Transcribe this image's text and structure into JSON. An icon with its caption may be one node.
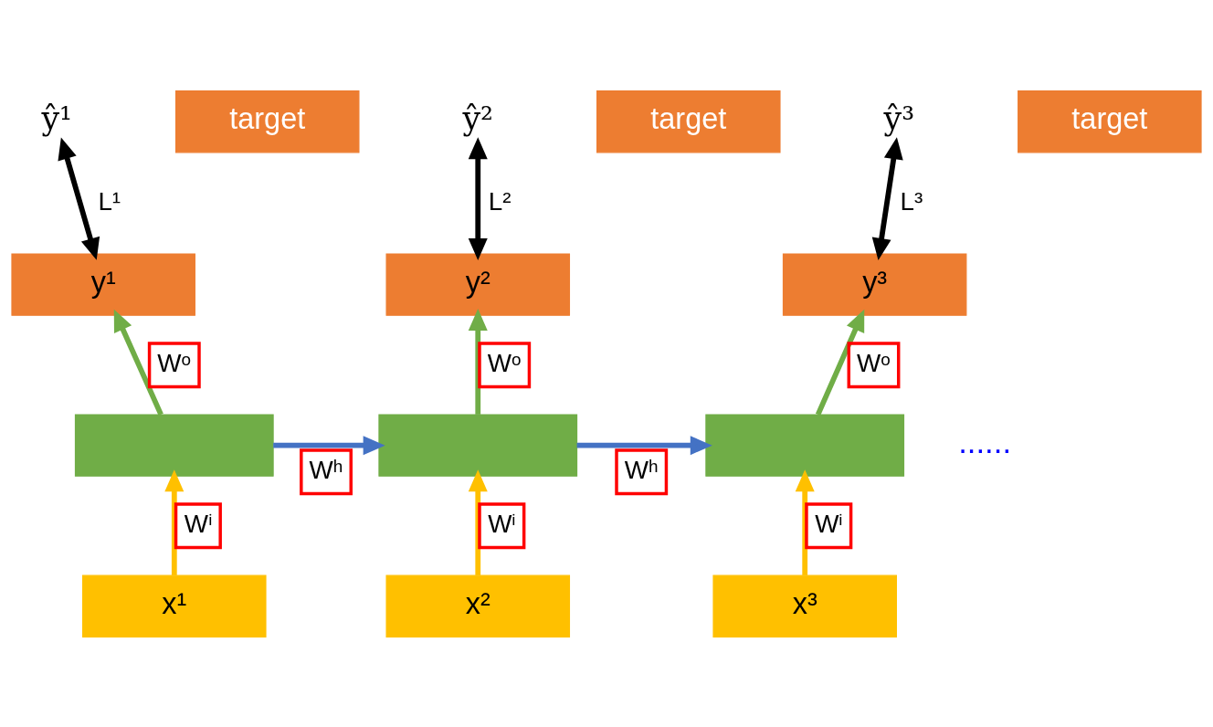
{
  "diagram": {
    "nodes": [
      {
        "text": [
          "ŷ¹"
        ]
      },
      {
        "text": [
          "target"
        ]
      },
      {
        "text": [
          "ŷ²"
        ]
      },
      {
        "text": [
          "target"
        ]
      },
      {
        "text": [
          "ŷ³"
        ]
      },
      {
        "text": [
          "target"
        ]
      },
      {
        "text": [
          "y¹"
        ]
      },
      {
        "text": [
          "y²"
        ]
      },
      {
        "text": [
          "y³"
        ]
      },
      {
        "text": [],
        "shape": "box"
      },
      {
        "text": [],
        "shape": "box"
      },
      {
        "text": [],
        "shape": "box"
      },
      {
        "text": [
          "x¹"
        ]
      },
      {
        "text": [
          "x²"
        ]
      },
      {
        "text": [
          "x³"
        ]
      }
    ],
    "edges": [
      {
        "from": 6,
        "to": 0,
        "arrow": "both",
        "label": "L¹",
        "color": "#000000"
      },
      {
        "from": 7,
        "to": 2,
        "arrow": "both",
        "label": "L²",
        "color": "#000000"
      },
      {
        "from": 8,
        "to": 4,
        "arrow": "both",
        "label": "L³",
        "color": "#000000"
      },
      {
        "from": 9,
        "to": 6,
        "arrow": "to",
        "label": "Wᵒ",
        "color": "#70ad47"
      },
      {
        "from": 10,
        "to": 7,
        "arrow": "to",
        "label": "Wᵒ",
        "color": "#70ad47"
      },
      {
        "from": 11,
        "to": 8,
        "arrow": "to",
        "label": "Wᵒ",
        "color": "#70ad47"
      },
      {
        "from": 9,
        "to": 10,
        "arrow": "to",
        "label": "Wʰ",
        "color": "#4472c4"
      },
      {
        "from": 10,
        "to": 11,
        "arrow": "to",
        "label": "Wʰ",
        "color": "#4472c4"
      },
      {
        "from": 12,
        "to": 9,
        "arrow": "to",
        "label": "Wⁱ",
        "color": "#ffc000"
      },
      {
        "from": 13,
        "to": 10,
        "arrow": "to",
        "label": "Wⁱ",
        "color": "#ffc000"
      },
      {
        "from": 14,
        "to": 11,
        "arrow": "to",
        "label": "Wⁱ",
        "color": "#ffc000"
      }
    ],
    "labels": [
      "......"
    ]
  }
}
